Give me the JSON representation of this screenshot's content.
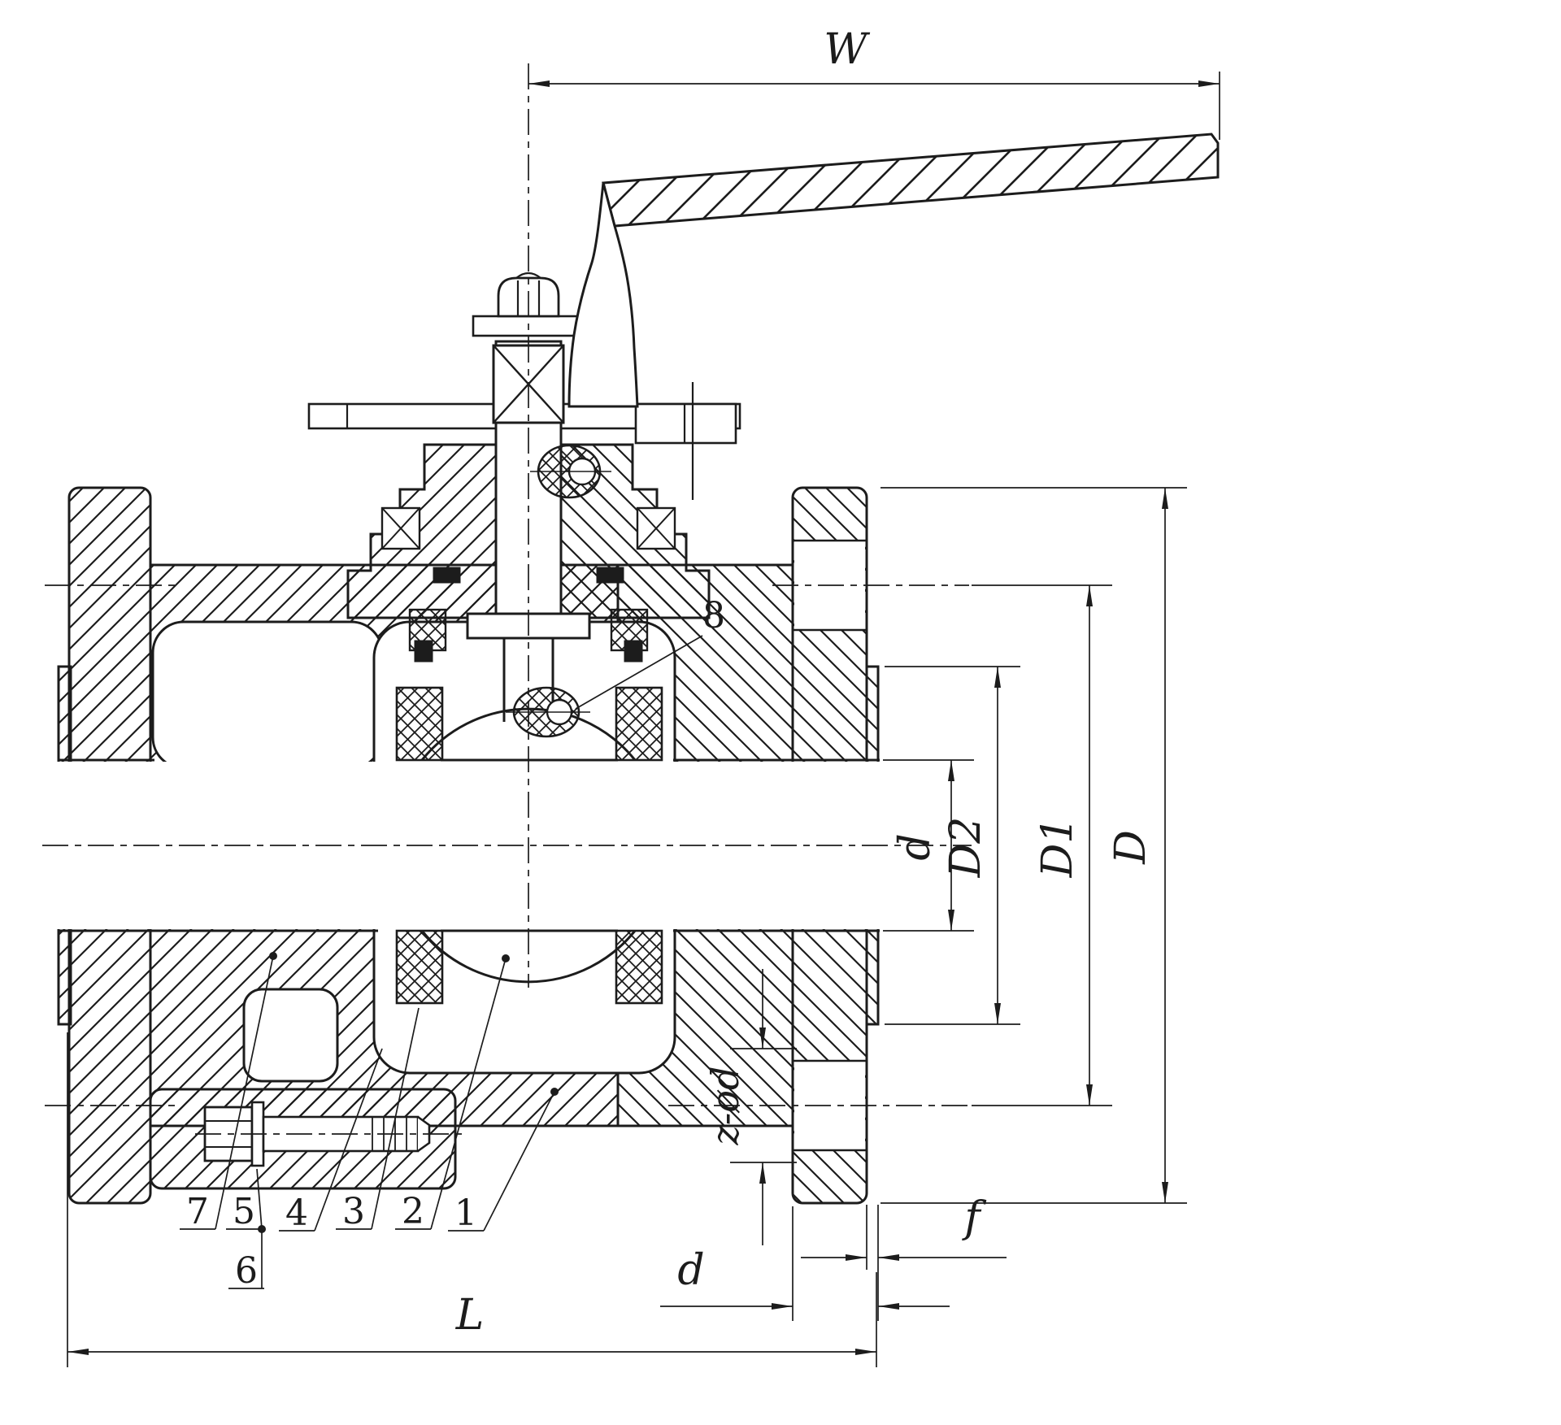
{
  "title": "ball-valve-section-drawing",
  "colors": {
    "line": "#1c1c1c",
    "background": "#ffffff"
  },
  "dimensions": {
    "handle_width": "W",
    "bore": "d",
    "raised_face_dia": "D2",
    "bolt_circle_dia": "D1",
    "flange_od": "D",
    "bolt_holes": "z-ød",
    "face_height": "f",
    "hub": "d",
    "face_to_face": "L"
  },
  "parts": {
    "p1": "1",
    "p2": "2",
    "p3": "3",
    "p4": "4",
    "p5": "5",
    "p6": "6",
    "p7": "7",
    "p8": "8"
  }
}
